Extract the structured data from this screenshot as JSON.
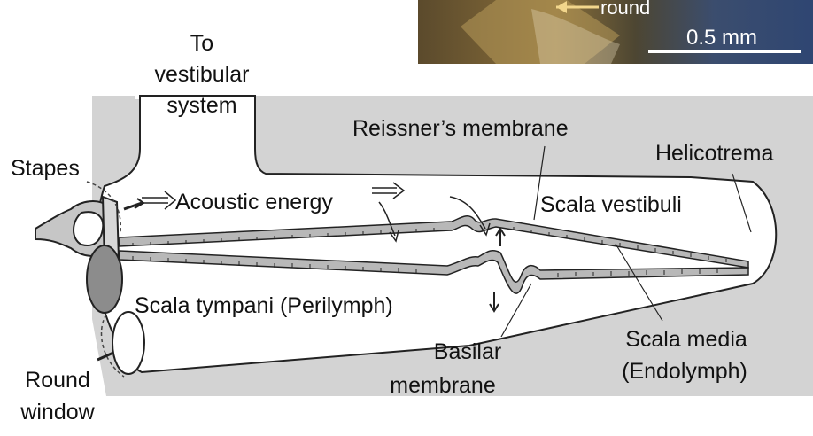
{
  "labels": {
    "vestibular_1": "To",
    "vestibular_2": "vestibular",
    "vestibular_3": "system",
    "stapes": "Stapes",
    "acoustic": "Acoustic energy",
    "reissner": "Reissner’s membrane",
    "helicotrema": "Helicotrema",
    "scala_vestibuli": "Scala vestibuli",
    "scala_tympani": "Scala tympani (Perilymph)",
    "basilar_1": "Basilar",
    "basilar_2": "membrane",
    "scala_media_1": "Scala media",
    "scala_media_2": "(Endolymph)",
    "round_window_1": "Round",
    "round_window_2": "window"
  },
  "photo": {
    "arrow_label": "round",
    "scale": "0.5 mm"
  },
  "colors": {
    "background": "#d3d3d3",
    "cochlea": "#ffffff",
    "membrane": "#b8b8b8",
    "outline": "#222222"
  }
}
